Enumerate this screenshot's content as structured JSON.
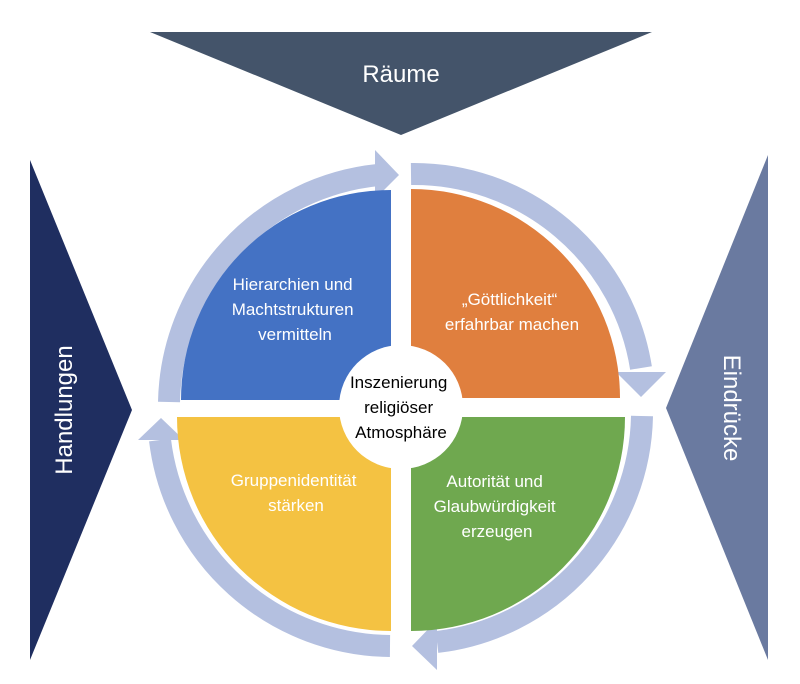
{
  "diagram": {
    "top": {
      "label": "Räume",
      "color": "#44546a"
    },
    "left": {
      "label": "Handlungen",
      "color": "#1f2e60"
    },
    "right": {
      "label": "Eindrücke",
      "color": "#6a7aa0"
    },
    "center": {
      "lines": [
        "Inszenierung",
        "religiöser",
        "Atmosphäre"
      ]
    },
    "quadrants": [
      {
        "id": "top-left",
        "lines": [
          "Hierarchien und",
          "Machtstrukturen",
          "vermitteln"
        ],
        "color": "#4472c4"
      },
      {
        "id": "top-right",
        "lines": [
          "„Göttlichkeit“",
          "erfahrbar machen"
        ],
        "color": "#e07f3e"
      },
      {
        "id": "bottom-right",
        "lines": [
          "Autorität und",
          "Glaubwürdigkeit",
          "erzeugen"
        ],
        "color": "#6fa84f"
      },
      {
        "id": "bottom-left",
        "lines": [
          "Gruppenidentität",
          "stärken"
        ],
        "color": "#f4c242"
      }
    ],
    "arrow_color": "#b4c0e0"
  }
}
